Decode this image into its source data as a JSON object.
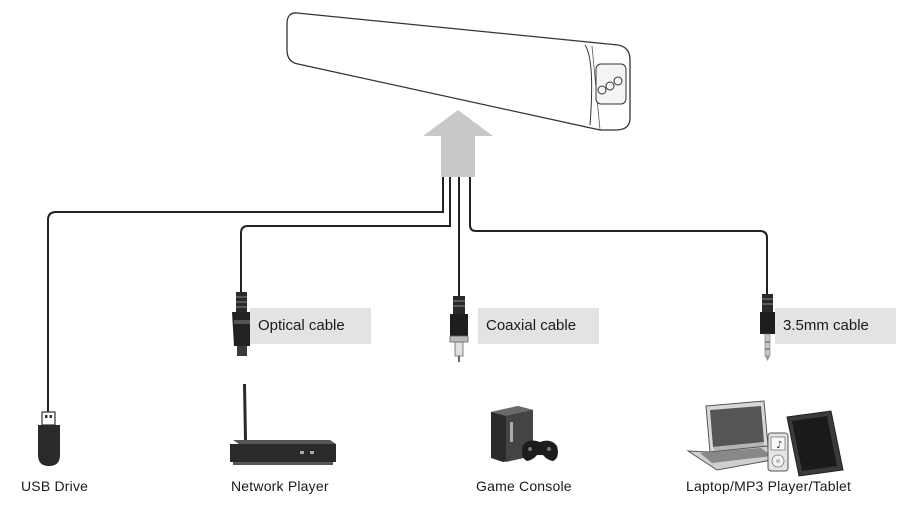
{
  "cables": [
    {
      "id": "optical",
      "label": "Optical cable"
    },
    {
      "id": "coaxial",
      "label": "Coaxial cable"
    },
    {
      "id": "aux",
      "label": "3.5mm cable"
    }
  ],
  "devices": [
    {
      "id": "usb",
      "label": "USB Drive"
    },
    {
      "id": "network",
      "label": "Network Player"
    },
    {
      "id": "console",
      "label": "Game Console"
    },
    {
      "id": "laptop",
      "label": "Laptop/MP3 Player/Tablet"
    }
  ],
  "colors": {
    "arrow": "#c8c8c8",
    "label_bg": "#e3e3e3",
    "cable": "#222222"
  }
}
